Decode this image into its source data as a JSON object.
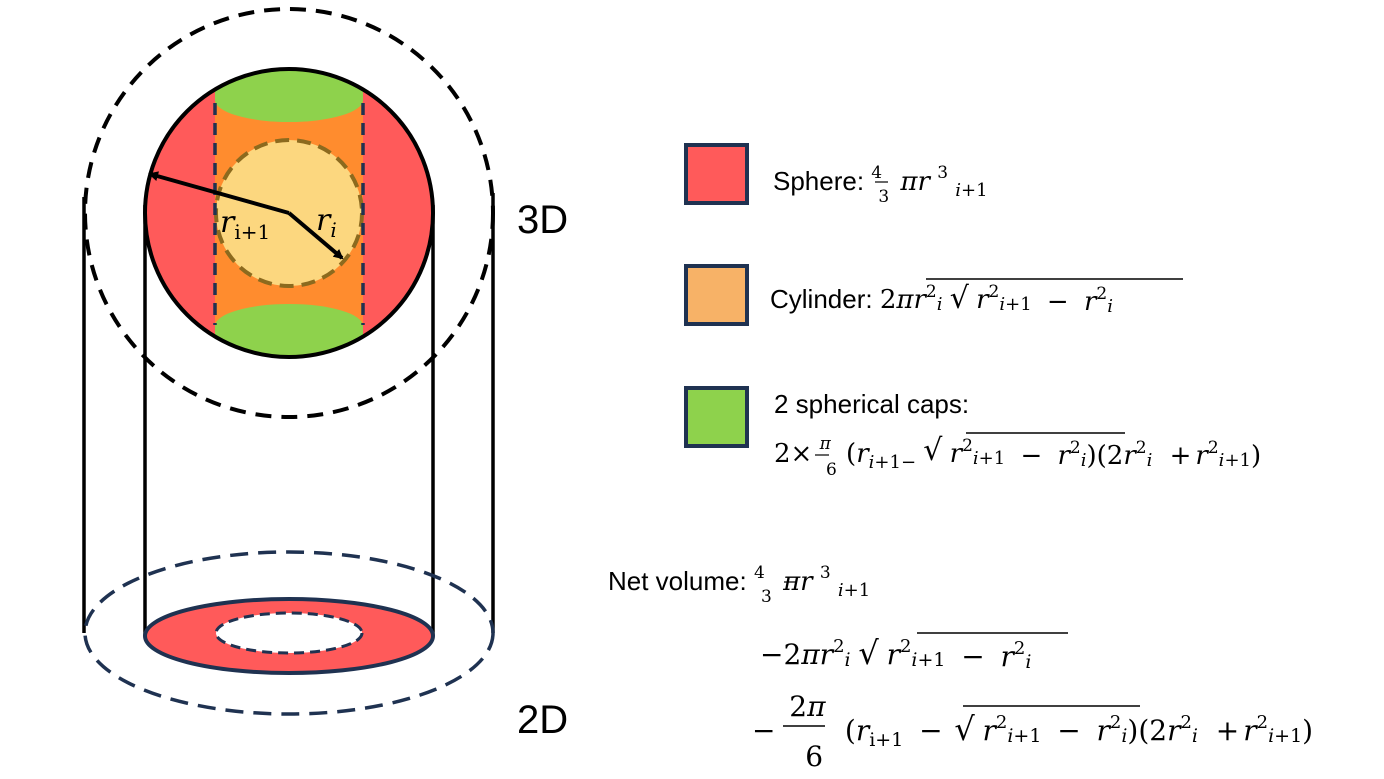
{
  "labels": {
    "three_d": "3D",
    "two_d": "2D",
    "r_outer": "r",
    "r_outer_sub": "i+1",
    "r_inner": "r",
    "r_inner_sub": "i"
  },
  "legend": {
    "sphere": {
      "color": "#FF5A5A",
      "name": "Sphere: "
    },
    "cylinder": {
      "color": "#F7B267",
      "name": "Cylinder: "
    },
    "caps": {
      "color": "#8ED24C",
      "name": "2 spherical caps:"
    }
  },
  "net_volume": {
    "label": "Net volume: "
  },
  "colors": {
    "sphere_red": "#FF5A5A",
    "cylinder_orange": "#FF8C2E",
    "inner_sphere_yellow": "#FCD77F",
    "cap_green": "#8ED24C",
    "navy": "#1F3251",
    "legend_border": "#1F3251"
  }
}
